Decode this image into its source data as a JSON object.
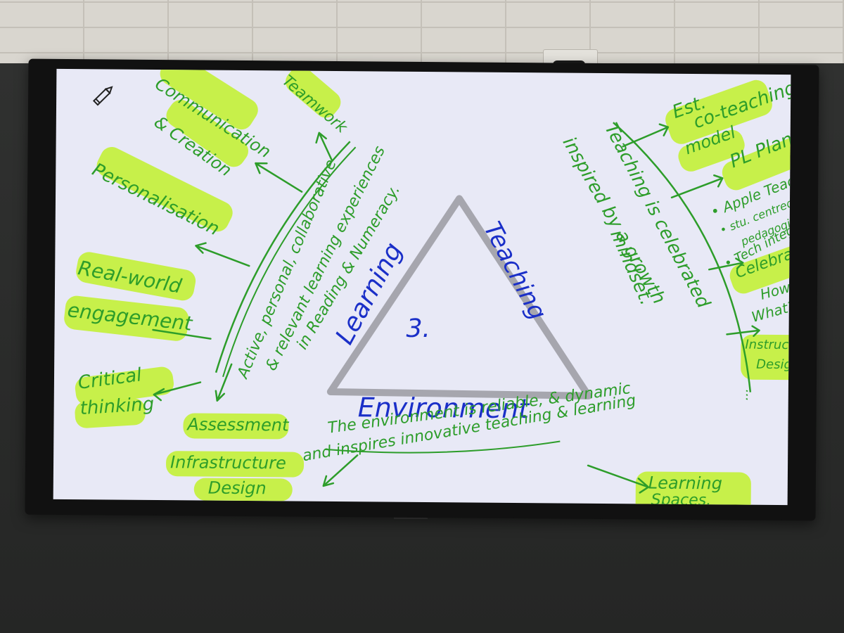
{
  "center": {
    "number": "3.",
    "learning": "Learning",
    "teaching": "Teaching",
    "environment": "Environment"
  },
  "left": {
    "arc_line1": "Active, personal, collaborative",
    "arc_line2": "& relevant learning experiences",
    "arc_line3": "in Reading & Numeracy.",
    "communication": "Communication",
    "creation": "& Creation",
    "teamwork": "Teamwork",
    "personalisation": "Personalisation",
    "real_world": "Real-world",
    "engagement": "engagement",
    "critical": "Critical",
    "thinking": "thinking",
    "assessment": "Assessment"
  },
  "right": {
    "arc_line1": "Teaching is celebrated",
    "arc_line2": "inspired by a growth",
    "arc_line3": "mindset.",
    "est": "Est.",
    "co_teaching": "co-teaching",
    "model": "model",
    "pl_plan": "PL Plan",
    "apple_teacher": "• Apple Teacher",
    "stu_centred": "• stu. centred",
    "pedagogies": "pedagogies",
    "tech_integrator": "• Tech integrator",
    "celebration": "Celebration",
    "how": "How?",
    "what": "What?",
    "instructional": "Instructional",
    "design": "Design.",
    "ellipsis": "..."
  },
  "bottom": {
    "env_line1": "The environment is reliable, & dynamic",
    "env_line2": "and inspires innovative teaching & learning",
    "infrastructure": "Infrastructure",
    "infra_design": "Design",
    "learning_spaces": "Learning",
    "spaces": "Spaces."
  },
  "colors": {
    "ink_green": "#2d9d2a",
    "ink_blue": "#1a2fc8",
    "highlight": "#c5f040",
    "screen_bg": "#e8e9f6"
  }
}
